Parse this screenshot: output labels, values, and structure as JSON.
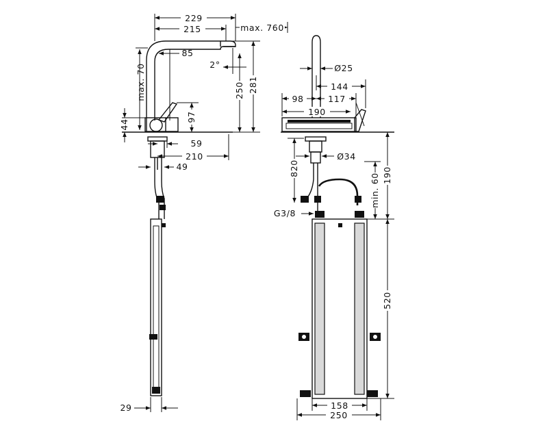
{
  "dimensions": {
    "d229": "229",
    "d215": "215",
    "max760": "max. 760",
    "d85": "85",
    "max70": "max. 70",
    "d2deg": "2°",
    "d250h": "250",
    "d281": "281",
    "d44": "44",
    "d97": "97",
    "d59": "59",
    "d210": "210",
    "d49": "49",
    "d29": "29",
    "dia25": "Ø25",
    "d144": "144",
    "d98": "98",
    "d117": "117",
    "d190w": "190",
    "dia34": "Ø34",
    "d820": "820",
    "min60": "min. 60",
    "d190v": "190",
    "g38": "G3/8",
    "d520": "520",
    "d158": "158",
    "d250w": "250"
  }
}
